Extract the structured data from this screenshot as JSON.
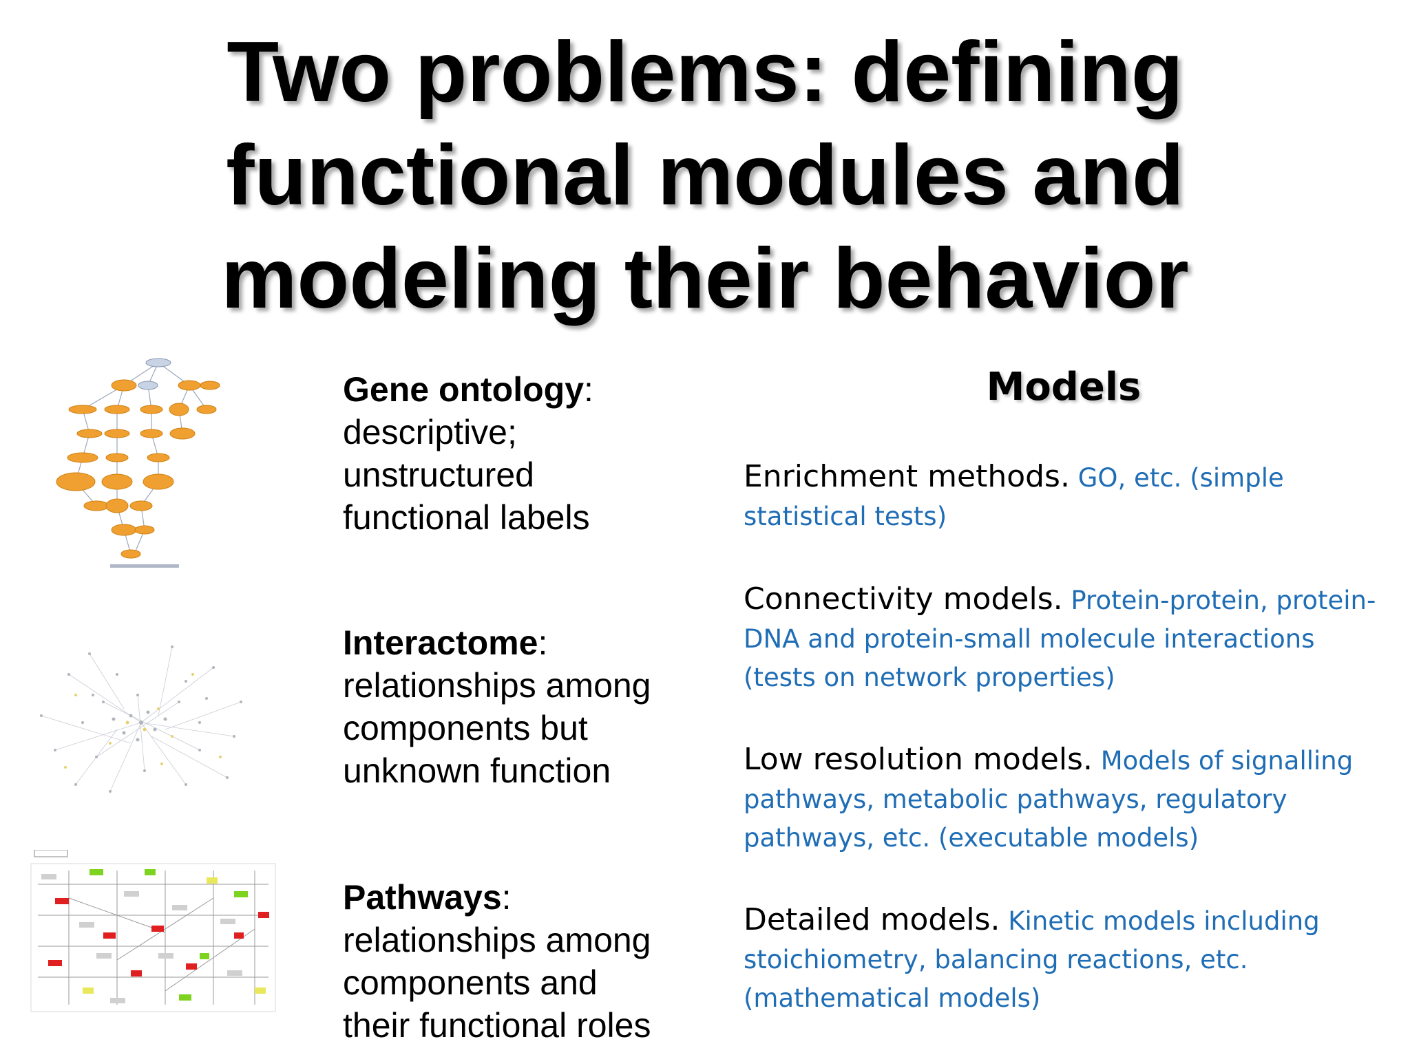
{
  "slide": {
    "title_lines": [
      "Two problems: defining",
      "functional modules and",
      "modeling their behavior"
    ]
  },
  "left": {
    "items": [
      {
        "term": "Gene ontology",
        "colon": ":",
        "lines": [
          "descriptive;",
          "unstructured",
          "functional labels"
        ],
        "image": "gene-ontology-graph-thumbnail"
      },
      {
        "term": "Interactome",
        "colon": ":",
        "lines": [
          "relationships among",
          "components but",
          "unknown function"
        ],
        "image": "interactome-network-thumbnail"
      },
      {
        "term": "Pathways",
        "colon": ":",
        "lines": [
          "relationships among",
          "components and",
          "their functional roles"
        ],
        "image": "pathway-map-thumbnail"
      }
    ]
  },
  "right": {
    "heading": "Models",
    "models": [
      {
        "name": "Enrichment methods.",
        "desc": "GO, etc. (simple statistical tests)"
      },
      {
        "name": "Connectivity models.",
        "desc": "Protein-protein, protein-DNA and protein-small molecule interactions (tests on network properties)"
      },
      {
        "name": "Low resolution models.",
        "desc": "Models of signalling pathways, metabolic pathways, regulatory pathways, etc. (executable models)"
      },
      {
        "name": "Detailed models.",
        "desc": "Kinetic models including stoichiometry, balancing reactions, etc. (mathematical models)"
      }
    ]
  },
  "colors": {
    "model_description": "#1f6db5",
    "ontology_node": "#f0a030",
    "pathway_red": "#e02020",
    "pathway_green": "#7ed321"
  }
}
